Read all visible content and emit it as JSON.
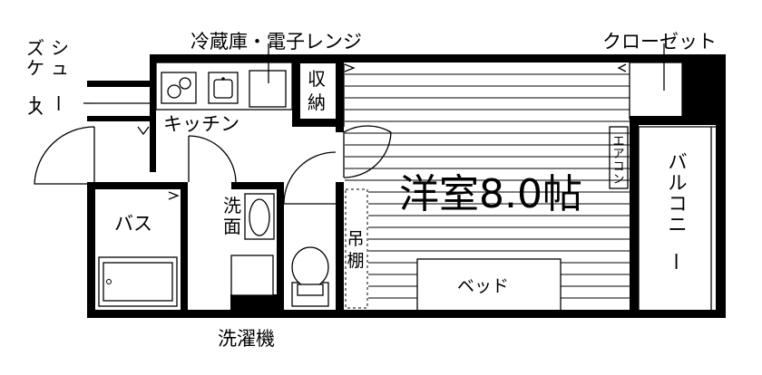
{
  "labels": {
    "fridge_range": "冷蔵庫・電子レンジ",
    "closet": "クローゼット",
    "shoe_case": "シューズケース",
    "storage": "収納",
    "kitchen": "キッチン",
    "aircon": "エアコン",
    "main_room": "洋室8.0帖",
    "balcony": "バルコニー",
    "bath": "バス",
    "washbasin": "洗面",
    "hanging_shelf": "吊棚",
    "bed": "ベッド",
    "washer": "洗濯機"
  }
}
